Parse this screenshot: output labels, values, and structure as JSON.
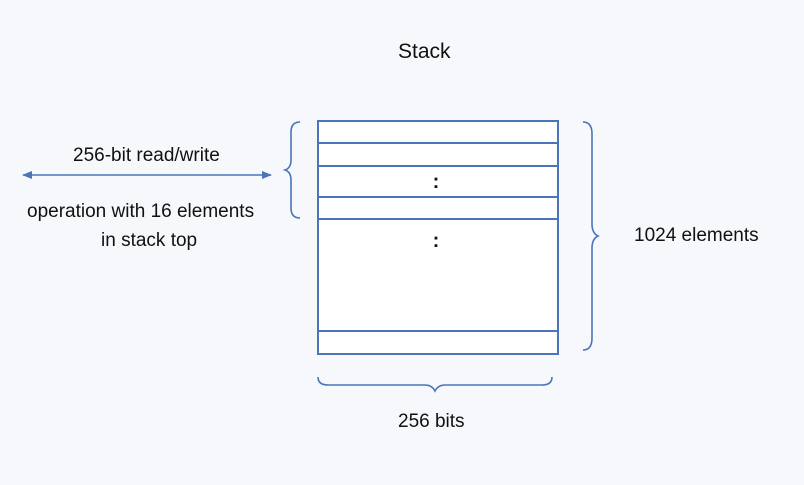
{
  "title": "Stack",
  "left_annotation": {
    "read_write": "256-bit read/write",
    "operation_line1": "operation with 16 elements",
    "operation_line2": "in stack top"
  },
  "right_annotation": "1024 elements",
  "bottom_annotation": "256 bits",
  "stack": {
    "gap_marker": ":"
  },
  "colors": {
    "accent": "#4a76b8",
    "background": "#f7f8fc",
    "cell_fill": "#ffffff",
    "text": "#111111"
  }
}
